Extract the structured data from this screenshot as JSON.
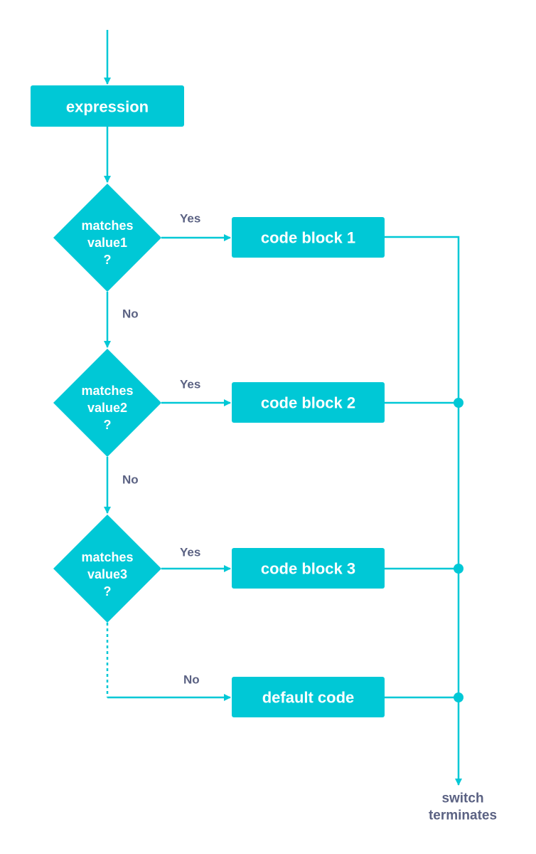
{
  "colors": {
    "node_fill": "#00c8d6",
    "line": "#00c8d6",
    "label_text": "#5b6283",
    "node_text": "#ffffff"
  },
  "nodes": {
    "expression": "expression",
    "decisions": [
      {
        "line1": "matches",
        "line2": "value1",
        "line3": "?"
      },
      {
        "line1": "matches",
        "line2": "value2",
        "line3": "?"
      },
      {
        "line1": "matches",
        "line2": "value3",
        "line3": "?"
      }
    ],
    "code_blocks": [
      "code block 1",
      "code block 2",
      "code block 3"
    ],
    "default": "default code",
    "end": {
      "line1": "switch",
      "line2": "terminates"
    }
  },
  "edge_labels": {
    "yes": [
      "Yes",
      "Yes",
      "Yes"
    ],
    "no": [
      "No",
      "No",
      "No"
    ]
  }
}
